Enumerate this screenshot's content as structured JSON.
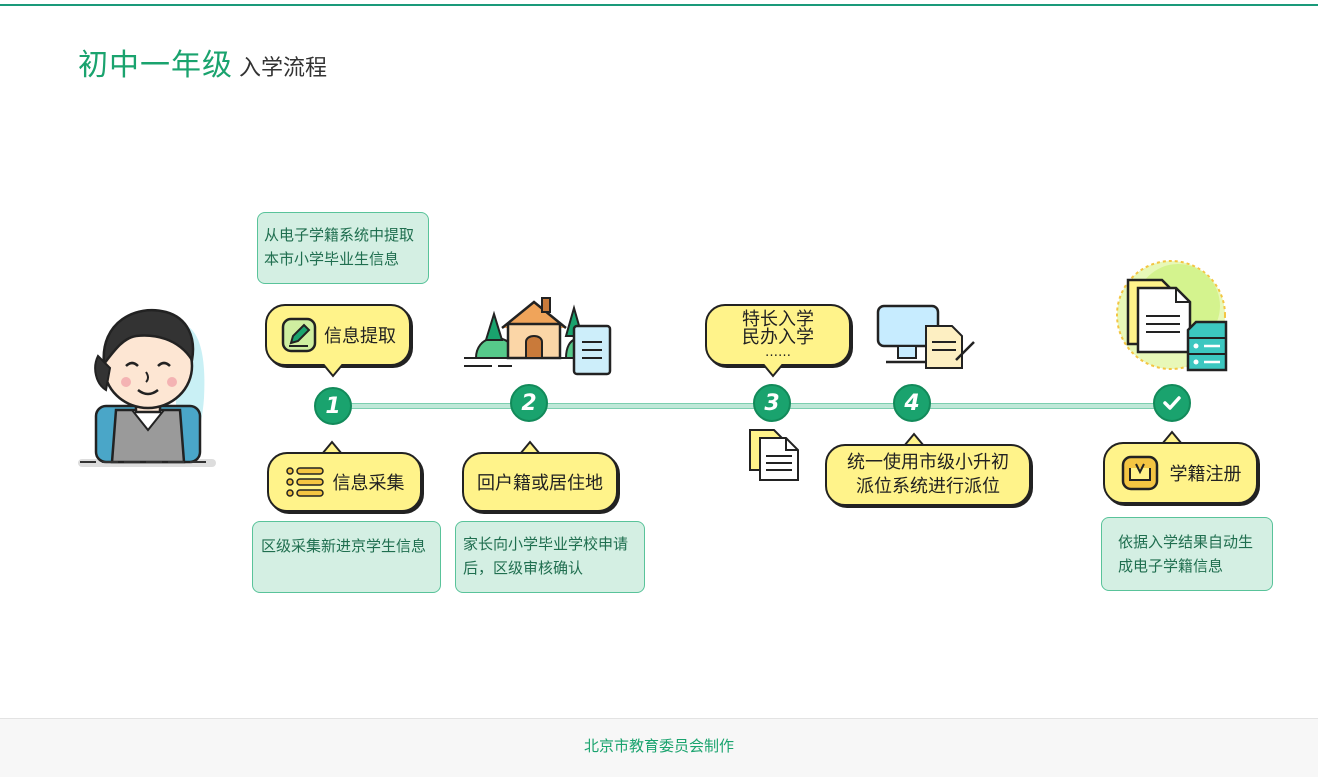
{
  "title": {
    "main": "初中一年级",
    "sub": "入学流程"
  },
  "notes": {
    "top1": [
      "从电子学籍系统中提取",
      "本市小学毕业生信息"
    ],
    "bottom1": [
      "区级采集新进京学生信息"
    ],
    "bottom2": [
      "家长向小学毕业学校申请",
      "后，区级审核确认"
    ],
    "final": [
      "依据入学结果自动生",
      "成电子学籍信息"
    ]
  },
  "bubbles": {
    "extract": "信息提取",
    "collect": "信息采集",
    "hukou": "回户籍或居住地",
    "special": [
      "特长入学",
      "民办入学",
      "……"
    ],
    "assign": [
      "统一使用市级小升初",
      "派位系统进行派位"
    ],
    "register": "学籍注册"
  },
  "nodes": [
    "1",
    "2",
    "3",
    "4"
  ],
  "footer": "北京市教育委员会制作",
  "colors": {
    "accent": "#1aa36e",
    "bubble": "#fff38a",
    "note_bg": "#d4efe3"
  },
  "icons": [
    "student-avatar",
    "edit-icon",
    "list-icon",
    "house-icon",
    "documents-icon",
    "computer-icon",
    "server-documents-icon",
    "inbox-icon",
    "check-icon"
  ]
}
